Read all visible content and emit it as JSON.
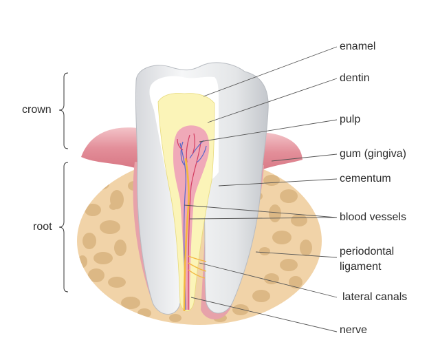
{
  "labels": {
    "enamel": "enamel",
    "dentin": "dentin",
    "pulp": "pulp",
    "gum": "gum (gingiva)",
    "cementum": "cementum",
    "blood_vessels": "blood vessels",
    "periodontal_1": "periodontal",
    "periodontal_2": "ligament",
    "lateral_canals": "lateral canals",
    "nerve": "nerve"
  },
  "brackets": {
    "crown": "crown",
    "root": "root"
  },
  "colors": {
    "bone": "#f1d3a8",
    "bone_pore": "#dcb885",
    "gum": "#dc7c88",
    "enamel": "#e9eaec",
    "dentin": "#fbf4b8",
    "pulp": "#f0a9b8",
    "nerve": "#f3b83e",
    "vessel_blue": "#5566c8",
    "vessel_red": "#d23c60",
    "leader": "#555555"
  }
}
